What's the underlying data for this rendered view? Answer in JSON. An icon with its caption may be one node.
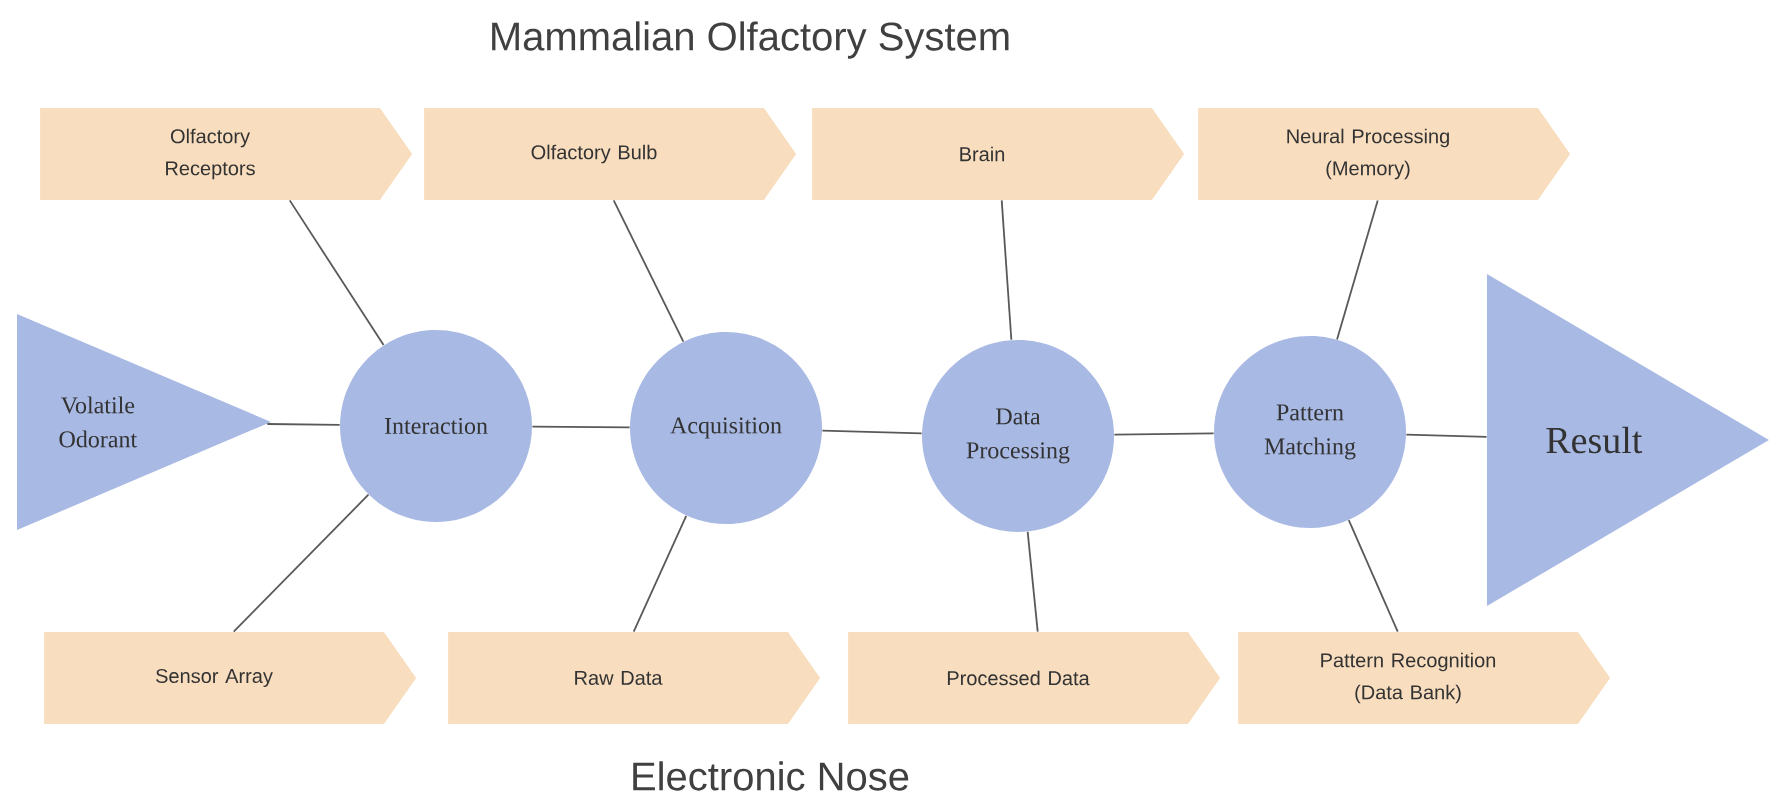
{
  "diagram": {
    "title": "Mammalian Olfactory System",
    "nodes": [
      {
        "text": [
          "Olfactory Receptors"
        ]
      },
      {
        "text": [
          "Olfactory Bulb"
        ]
      },
      {
        "text": [
          "Brain"
        ]
      },
      {
        "text": [
          "Neural Processing (Memory)"
        ]
      },
      {
        "text": [
          "Volatile Odorant"
        ]
      },
      {
        "text": [
          "Interaction"
        ]
      },
      {
        "text": [
          "Acquisition"
        ]
      },
      {
        "text": [
          "Data Processing"
        ]
      },
      {
        "text": [
          "Pattern Matching"
        ]
      },
      {
        "text": [
          "Result"
        ]
      },
      {
        "text": [
          "Sensor Array"
        ]
      },
      {
        "text": [
          "Raw Data"
        ]
      },
      {
        "text": [
          "Processed Data"
        ]
      },
      {
        "text": [
          "Pattern Recognition (Data Bank)"
        ]
      }
    ],
    "edges": [
      {
        "from": 0,
        "to": 5,
        "arrow": "none"
      },
      {
        "from": 1,
        "to": 6,
        "arrow": "none"
      },
      {
        "from": 2,
        "to": 7,
        "arrow": "none"
      },
      {
        "from": 3,
        "to": 8,
        "arrow": "none"
      },
      {
        "from": 4,
        "to": 5,
        "arrow": "none"
      },
      {
        "from": 5,
        "to": 6,
        "arrow": "none"
      },
      {
        "from": 6,
        "to": 7,
        "arrow": "none"
      },
      {
        "from": 7,
        "to": 8,
        "arrow": "none"
      },
      {
        "from": 8,
        "to": 9,
        "arrow": "none"
      },
      {
        "from": 10,
        "to": 5,
        "arrow": "none"
      },
      {
        "from": 11,
        "to": 6,
        "arrow": "none"
      },
      {
        "from": 12,
        "to": 7,
        "arrow": "none"
      },
      {
        "from": 13,
        "to": 8,
        "arrow": "none"
      }
    ],
    "labels": [
      "Electronic Nose"
    ]
  }
}
